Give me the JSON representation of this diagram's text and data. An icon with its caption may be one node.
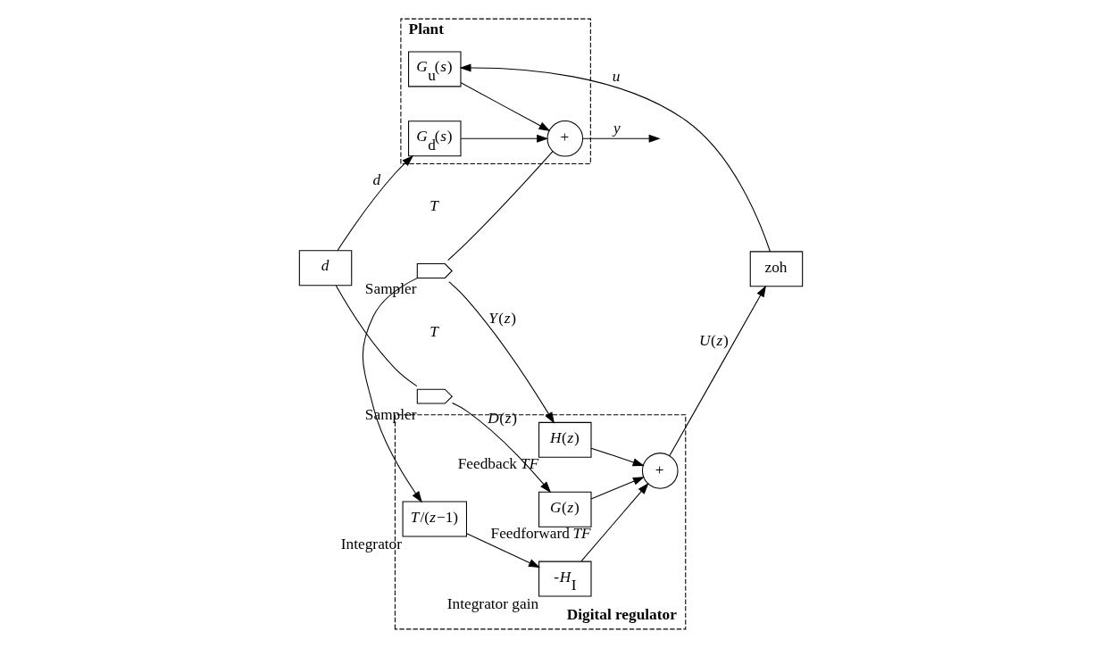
{
  "diagram": {
    "nodes": [
      {
        "text": [
          "Plant"
        ]
      },
      {
        "text": [
          "*G*$_{d}$(*s*)"
        ],
        "in": 0
      },
      {
        "text": [
          "*G*$_{u}$(*s*)"
        ],
        "in": 0
      },
      {
        "text": [
          "+"
        ],
        "in": 0
      },
      {
        "text": [
          "Digital regulator"
        ]
      },
      {
        "text": [
          "*G*(*z*)"
        ],
        "in": 4,
        "beside": [
          "Feedforward *TF*"
        ]
      },
      {
        "text": [
          "+"
        ],
        "in": 4
      },
      {
        "text": [
          "*H*(*z*)"
        ],
        "in": 4,
        "beside": [
          "Feedback *TF*"
        ]
      },
      {
        "text": [
          "*T*/(*z*−1)"
        ],
        "in": 4,
        "beside": [
          "Integrator"
        ]
      },
      {
        "text": [
          "-*H*$_{I}$"
        ],
        "in": 4,
        "beside": [
          "Integrator gain"
        ]
      },
      {
        "text": [
          "zoh"
        ]
      },
      {
        "text": [],
        "shape": "switch",
        "beside": [
          "Sampler"
        ]
      },
      {
        "text": [],
        "shape": "switch",
        "beside": [
          "Sampler"
        ]
      },
      {
        "text": [
          "*d*"
        ]
      }
    ],
    "edges": [
      {
        "from": 13,
        "to": 11,
        "arrow": "none"
      },
      {
        "from": 11,
        "to": 5,
        "arrow": "to",
        "label": "*D*(*z*)"
      },
      {
        "from": 5,
        "to": 6,
        "arrow": "to"
      },
      {
        "from": 7,
        "to": 6,
        "arrow": "to"
      },
      {
        "from": 9,
        "to": 6,
        "arrow": "to"
      },
      {
        "from": 8,
        "to": 9,
        "arrow": "to"
      },
      {
        "from": 6,
        "to": 10,
        "arrow": "to",
        "label": "*U*(*z*)"
      },
      {
        "from": 10,
        "to": 2,
        "arrow": "to",
        "label": "*u*"
      },
      {
        "from": 2,
        "to": 3,
        "arrow": "to"
      },
      {
        "from": 13,
        "to": 1,
        "arrow": "to",
        "label": "*d*"
      },
      {
        "from": 1,
        "to": 3,
        "arrow": "to"
      },
      {
        "from": 3,
        "to": null,
        "arrow": "to",
        "label": "*y*"
      },
      {
        "from": 3,
        "to": 12,
        "arrow": "none"
      },
      {
        "from": 12,
        "to": 7,
        "arrow": "to",
        "label": "*Y*(*z*)"
      },
      {
        "from": 12,
        "to": 8,
        "arrow": "to"
      }
    ],
    "labels": [
      "*T*",
      "*T*"
    ]
  }
}
